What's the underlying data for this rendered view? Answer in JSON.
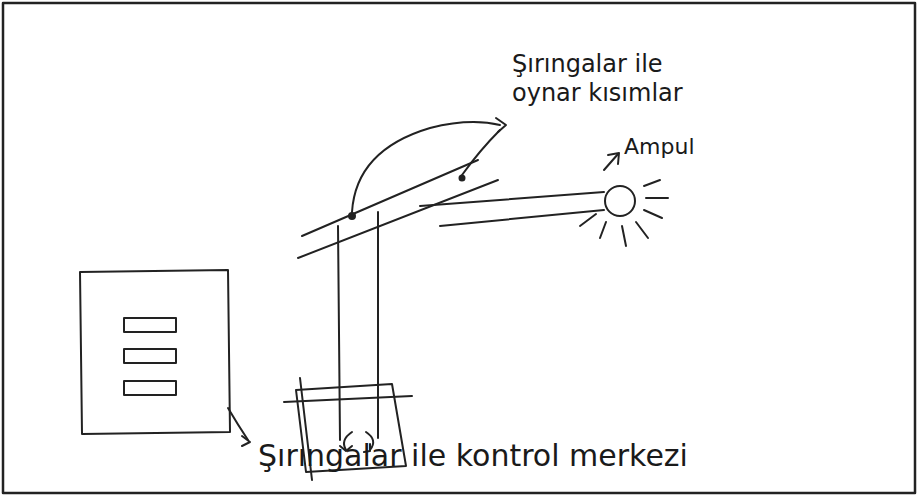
{
  "diagram": {
    "labels": [
      "Şırıngalar ile oynar kısımlar",
      "Ampul",
      "Şırıngalar ile kontrol merkezi"
    ]
  }
}
